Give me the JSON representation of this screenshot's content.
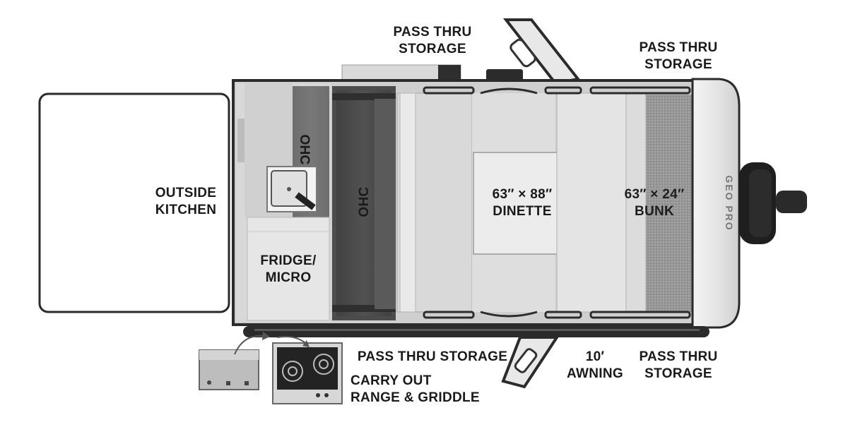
{
  "labels": {
    "pass_thru_storage_top_left": [
      "PASS THRU",
      "STORAGE"
    ],
    "pass_thru_storage_top_right": [
      "PASS THRU",
      "STORAGE"
    ],
    "outside_kitchen": [
      "OUTSIDE",
      "KITCHEN"
    ],
    "ohc_galley": "OHC",
    "ohc_main": "OHC",
    "fridge_micro": [
      "FRIDGE/",
      "MICRO"
    ],
    "dinette": [
      "63″ × 88″",
      "DINETTE"
    ],
    "bunk": [
      "63″ × 24″",
      "BUNK"
    ],
    "pass_thru_storage_bottom_left": "PASS THRU STORAGE",
    "awning": [
      "10′",
      "AWNING"
    ],
    "pass_thru_storage_bottom_right": [
      "PASS THRU",
      "STORAGE"
    ],
    "carry_out_range": [
      "CARRY OUT",
      "RANGE & GRIDDLE"
    ]
  },
  "brand_mark": "GEO PRO",
  "colors": {
    "wall": "#2b2b2b",
    "floor": "#d4d4d4",
    "dark_cabinet": "#4a4a4a",
    "bunk_carpet": "#8e8e8e",
    "cushion": "#e6e6e6",
    "table": "#ececec"
  }
}
